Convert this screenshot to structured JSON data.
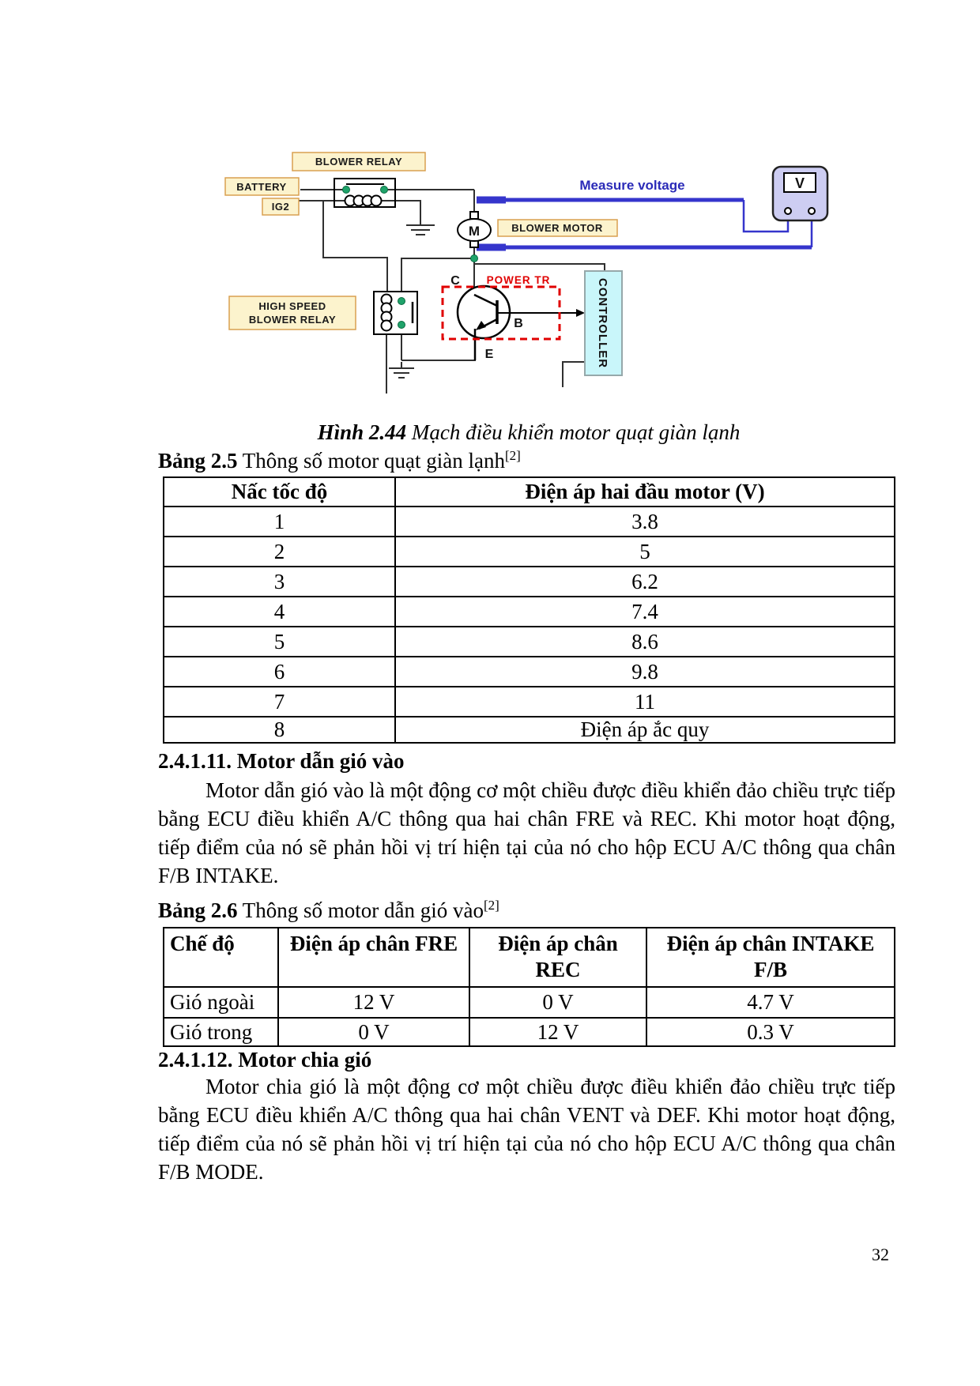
{
  "figure": {
    "caption_bold": "Hình 2.44",
    "caption_rest": " Mạch điều khiển motor quạt giàn lạnh",
    "labels": {
      "blower_relay": "BLOWER RELAY",
      "battery": "BATTERY",
      "ig2": "IG2",
      "measure_voltage": "Measure voltage",
      "blower_motor": "BLOWER MOTOR",
      "high_speed_line1": "HIGH SPEED",
      "high_speed_line2": "BLOWER RELAY",
      "power_tr": "POWER TR",
      "controller": "CONTROLLER",
      "collector": "C",
      "base": "B",
      "emitter": "E",
      "motor_symbol": "M",
      "voltmeter_symbol": "V"
    },
    "colors": {
      "label_fill": "#FCF3CD",
      "label_border": "#D9A050",
      "wire_black": "#303030",
      "wire_blue": "#3535CC",
      "measure_text_blue": "#2B2BB8",
      "power_tr_red": "#E00000",
      "controller_fill": "#C9F6FA",
      "voltmeter_fill": "#CDCDF2",
      "terminal_green": "#1FA36A"
    }
  },
  "table_2_5": {
    "label_bold": "Bảng 2.5",
    "label_rest": " Thông số motor quạt giàn lạnh",
    "label_sup": "[2]",
    "col_headers": [
      "Nấc tốc độ",
      "Điện áp hai đầu motor (V)"
    ],
    "rows": [
      {
        "speed": "1",
        "voltage": "3.8"
      },
      {
        "speed": "2",
        "voltage": "5"
      },
      {
        "speed": "3",
        "voltage": "6.2"
      },
      {
        "speed": "4",
        "voltage": "7.4"
      },
      {
        "speed": "5",
        "voltage": "8.6"
      },
      {
        "speed": "6",
        "voltage": "9.8"
      },
      {
        "speed": "7",
        "voltage": "11"
      },
      {
        "speed": "8",
        "voltage": "Điện áp ắc quy"
      }
    ]
  },
  "sections": {
    "s2_4_1_11": {
      "heading": "2.4.1.11. Motor dẫn gió vào",
      "paragraph": "Motor dẫn gió vào là một động cơ một chiều được điều khiển đảo chiều trực tiếp bằng ECU điều khiển A/C thông qua hai chân FRE và REC. Khi motor hoạt động, tiếp điểm của nó sẽ phản hồi vị trí hiện tại của nó cho hộp ECU A/C thông qua chân F/B INTAKE."
    },
    "s2_4_1_12": {
      "heading": "2.4.1.12. Motor chia gió",
      "paragraph": "Motor chia gió là một động cơ một chiều được điều khiển đảo chiều trực tiếp bằng ECU điều khiển A/C thông qua hai chân VENT và DEF. Khi motor hoạt động, tiếp điểm của nó sẽ phản hồi vị trí hiện tại của nó cho hộp ECU A/C thông qua chân F/B MODE."
    }
  },
  "table_2_6": {
    "label_bold": "Bảng 2.6",
    "label_rest": " Thông số motor dẫn gió vào",
    "label_sup": "[2]",
    "headers": {
      "mode": "Chế độ",
      "fre": "Điện áp chân FRE",
      "rec_line1": "Điện áp chân",
      "rec_line2": "REC",
      "intake_line1": "Điện áp chân INTAKE",
      "intake_line2": "F/B"
    },
    "rows": [
      {
        "mode": "Gió ngoài",
        "fre": "12 V",
        "rec": "0 V",
        "intake": "4.7 V"
      },
      {
        "mode": "Gió trong",
        "fre": "0 V",
        "rec": "12 V",
        "intake": "0.3 V"
      }
    ]
  },
  "page": {
    "number": "32"
  }
}
